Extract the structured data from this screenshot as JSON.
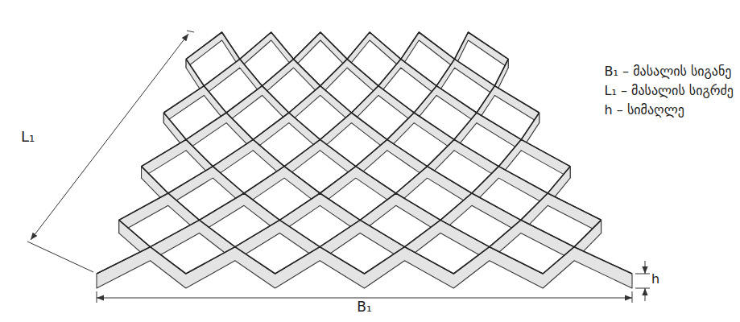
{
  "diagram": {
    "labels": [
      "L₁",
      "B₁",
      "h",
      "B₁ – მასალის სიგანე",
      "L₁ – მასალის სიგრძე",
      "h – სიმაღლე"
    ]
  }
}
